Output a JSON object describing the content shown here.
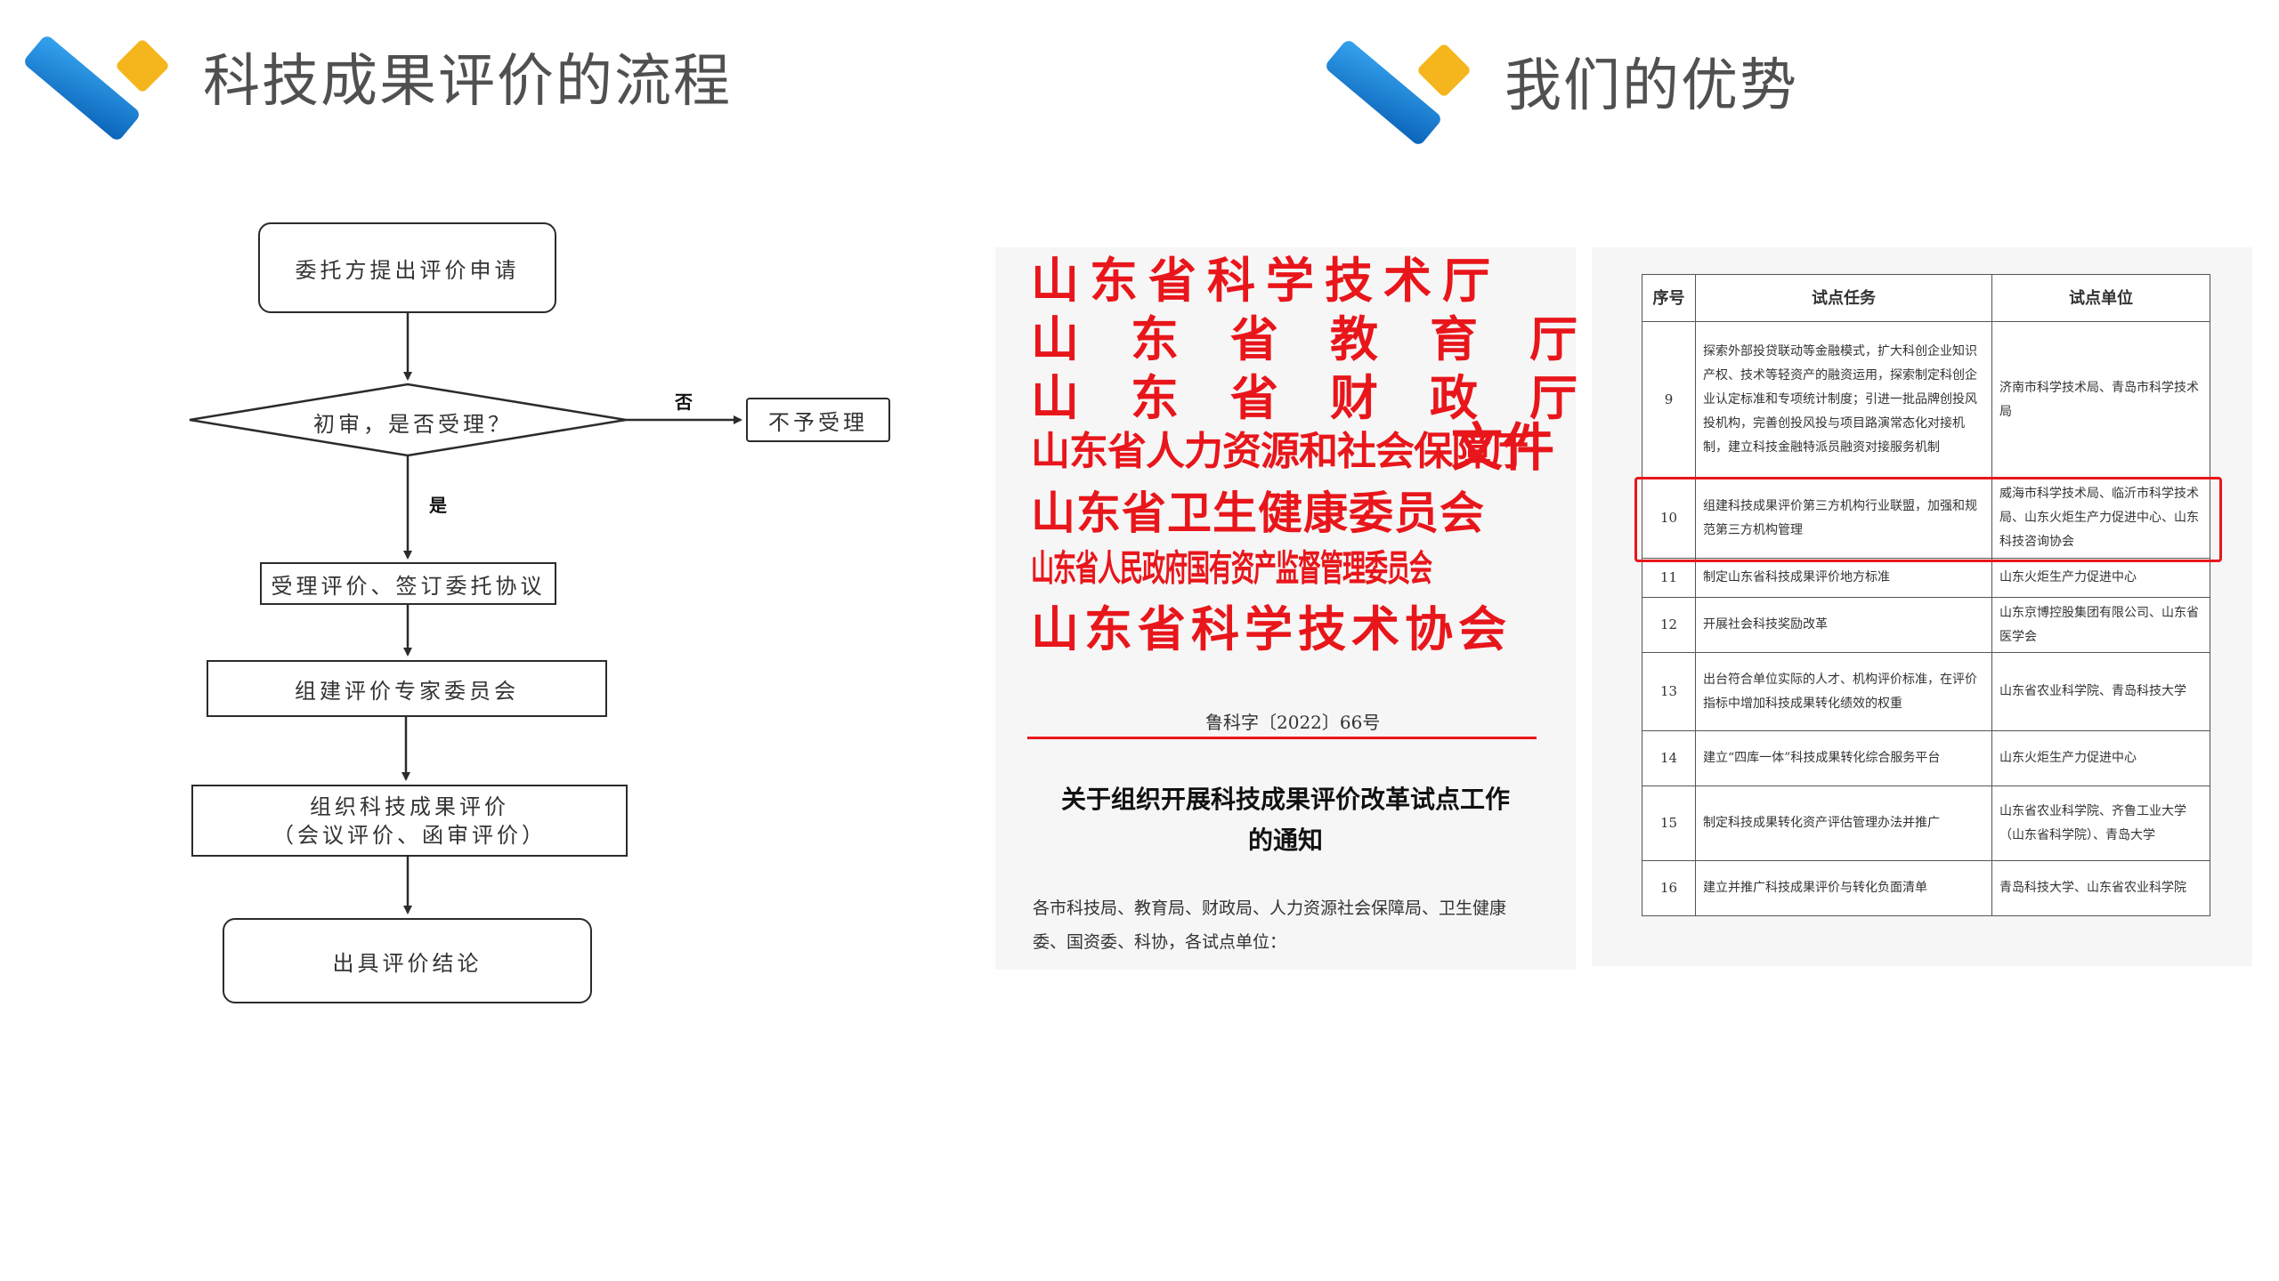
{
  "left_section": {
    "heading": "科技成果评价的流程",
    "flowchart": {
      "step1": "委托方提出评价申请",
      "decision": "初审，是否受理？",
      "no_label": "否",
      "reject": "不予受理",
      "yes_label": "是",
      "step2": "受理评价、签订委托协议",
      "step3": "组建评价专家委员会",
      "step4_line1": "组织科技成果评价",
      "step4_line2": "（会议评价、函审评价）",
      "step5": "出具评价结论"
    }
  },
  "right_section": {
    "heading": "我们的优势",
    "document": {
      "issuers": [
        "山东省科学技术厅",
        "山　东　省　教　育　厅",
        "山　东　省　财　政　厅",
        "山东省人力资源和社会保障厅",
        "山东省卫生健康委员会",
        "山东省人民政府国有资产监督管理委员会",
        "山东省科学技术协会"
      ],
      "file_word": "文件",
      "doc_number": "鲁科字〔2022〕66号",
      "title_line1": "关于组织开展科技成果评价改革试点工作",
      "title_line2": "的通知",
      "body_line1": "各市科技局、教育局、财政局、人力资源社会保障局、卫生健康",
      "body_line2": "委、国资委、科协，各试点单位："
    },
    "table": {
      "headers": [
        "序号",
        "试点任务",
        "试点单位"
      ],
      "rows": [
        {
          "no": "9",
          "task": "探索外部投贷联动等金融模式，扩大科创企业知识产权、技术等轻资产的融资运用，探索制定科创企业认定标准和专项统计制度；引进一批品牌创投风投机构，完善创投风投与项目路演常态化对接机制，建立科技金融特派员融资对接服务机制",
          "unit": "济南市科学技术局、青岛市科学技术局"
        },
        {
          "no": "10",
          "task": "组建科技成果评价第三方机构行业联盟，加强和规范第三方机构管理",
          "unit": "威海市科学技术局、临沂市科学技术局、山东火炬生产力促进中心、山东科技咨询协会"
        },
        {
          "no": "11",
          "task": "制定山东省科技成果评价地方标准",
          "unit": "山东火炬生产力促进中心"
        },
        {
          "no": "12",
          "task": "开展社会科技奖励改革",
          "unit": "山东京博控股集团有限公司、山东省医学会"
        },
        {
          "no": "13",
          "task": "出台符合单位实际的人才、机构评价标准，在评价指标中增加科技成果转化绩效的权重",
          "unit": "山东省农业科学院、青岛科技大学"
        },
        {
          "no": "14",
          "task": "建立“四库一体”科技成果转化综合服务平台",
          "unit": "山东火炬生产力促进中心"
        },
        {
          "no": "15",
          "task": "制定科技成果转化资产评估管理办法并推广",
          "unit": "山东省农业科学院、齐鲁工业大学（山东省科学院）、青岛大学"
        },
        {
          "no": "16",
          "task": "建立并推广科技成果评价与转化负面清单",
          "unit": "青岛科技大学、山东省农业科学院"
        }
      ]
    }
  },
  "colors": {
    "blue_bar": "#1a7fd6",
    "yellow_diamond": "#f5b51c",
    "heading_text": "#505050",
    "doc_red": "#e8161b"
  }
}
